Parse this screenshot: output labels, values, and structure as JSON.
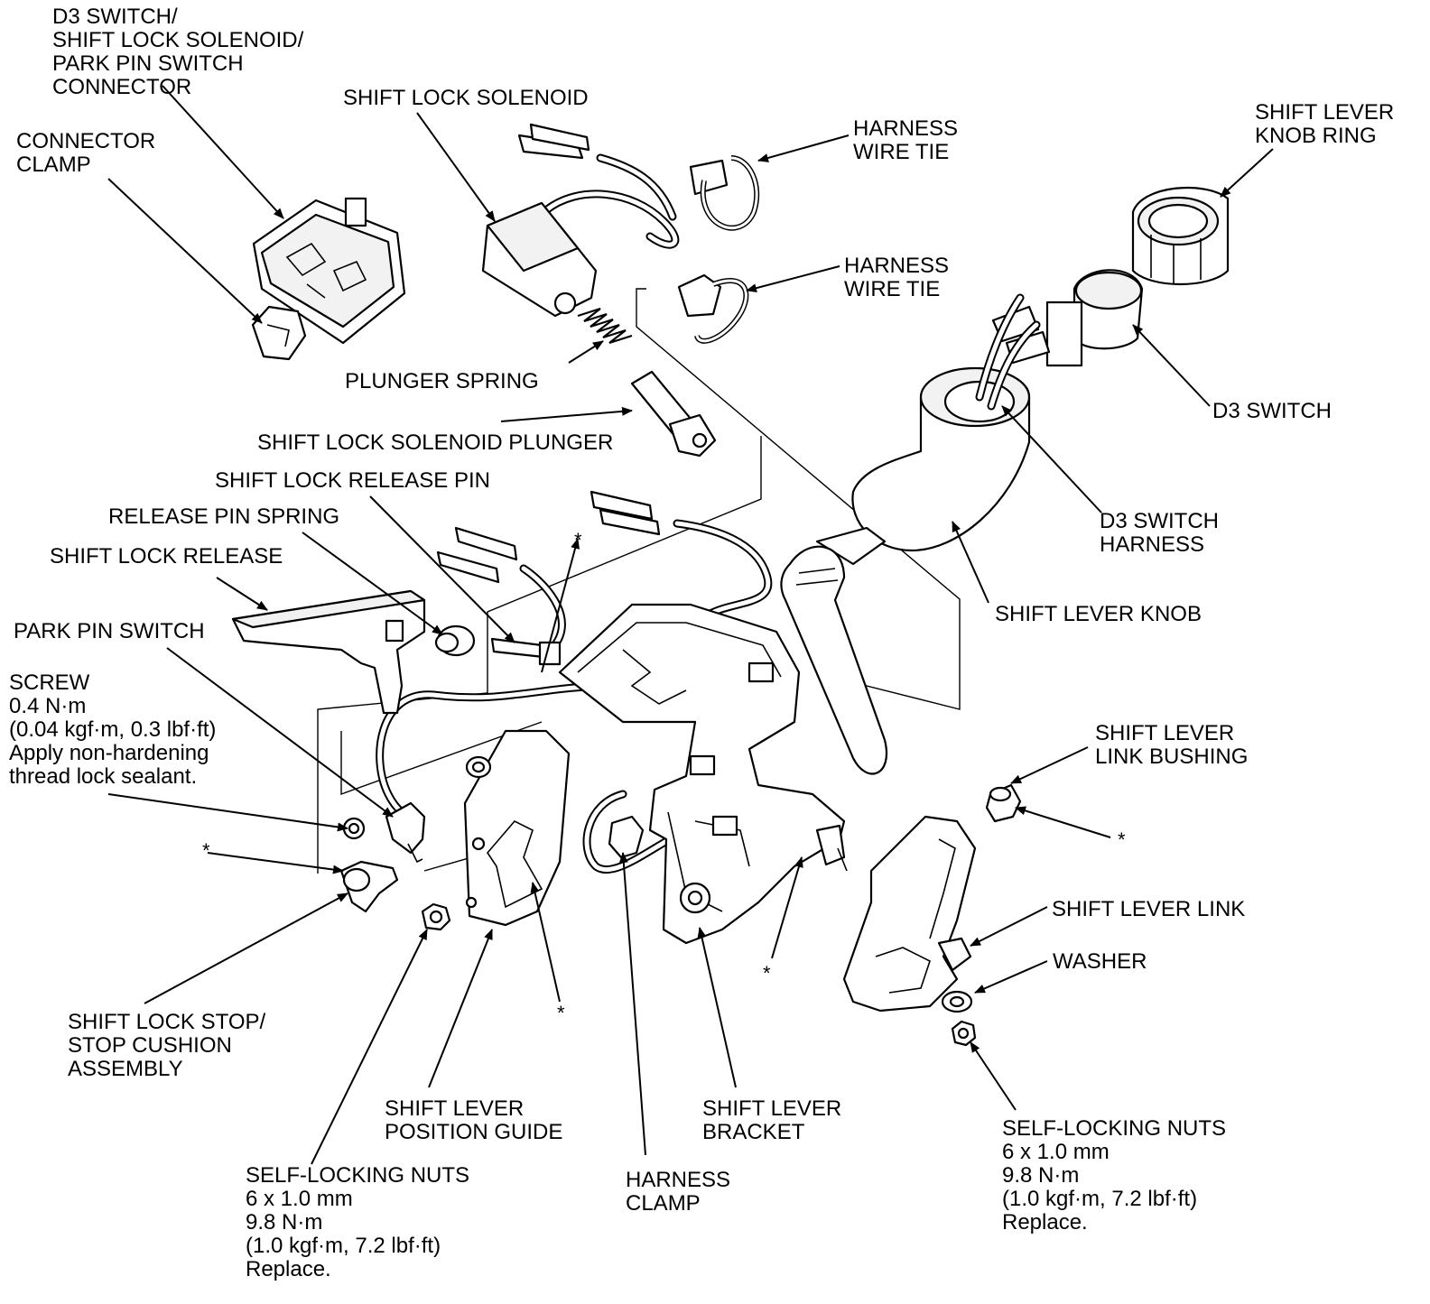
{
  "labels": {
    "d3_switch_connector": "D3 SWITCH/\nSHIFT LOCK SOLENOID/\nPARK PIN SWITCH\nCONNECTOR",
    "connector_clamp": "CONNECTOR\nCLAMP",
    "shift_lock_solenoid": "SHIFT LOCK SOLENOID",
    "harness_wire_tie_top": "HARNESS\nWIRE TIE",
    "harness_wire_tie_mid": "HARNESS\nWIRE TIE",
    "shift_lever_knob_ring": "SHIFT LEVER\nKNOB RING",
    "plunger_spring": "PLUNGER SPRING",
    "shift_lock_solenoid_plunger": "SHIFT LOCK SOLENOID PLUNGER",
    "d3_switch": "D3 SWITCH",
    "shift_lock_release_pin": "SHIFT LOCK RELEASE PIN",
    "release_pin_spring": "RELEASE PIN SPRING",
    "d3_switch_harness": "D3 SWITCH\nHARNESS",
    "shift_lock_release": "SHIFT LOCK RELEASE",
    "shift_lever_knob": "SHIFT LEVER KNOB",
    "park_pin_switch": "PARK PIN SWITCH",
    "screw": "SCREW\n0.4 N·m\n(0.04 kgf·m, 0.3 lbf·ft)\nApply non-hardening\nthread lock sealant.",
    "shift_lever_link_bushing": "SHIFT LEVER\nLINK BUSHING",
    "shift_lever_link": "SHIFT LEVER LINK",
    "washer": "WASHER",
    "shift_lock_stop": "SHIFT LOCK STOP/\nSTOP CUSHION\nASSEMBLY",
    "shift_lever_position_guide": "SHIFT LEVER\nPOSITION GUIDE",
    "shift_lever_bracket": "SHIFT LEVER\nBRACKET",
    "harness_clamp": "HARNESS\nCLAMP",
    "nuts_left": "SELF-LOCKING NUTS\n6 x 1.0 mm\n9.8 N·m\n(1.0 kgf·m, 7.2 lbf·ft)\nReplace.",
    "nuts_right": "SELF-LOCKING NUTS\n6 x 1.0 mm\n9.8 N·m\n(1.0 kgf·m, 7.2 lbf·ft)\nReplace."
  },
  "asterisk": "*"
}
